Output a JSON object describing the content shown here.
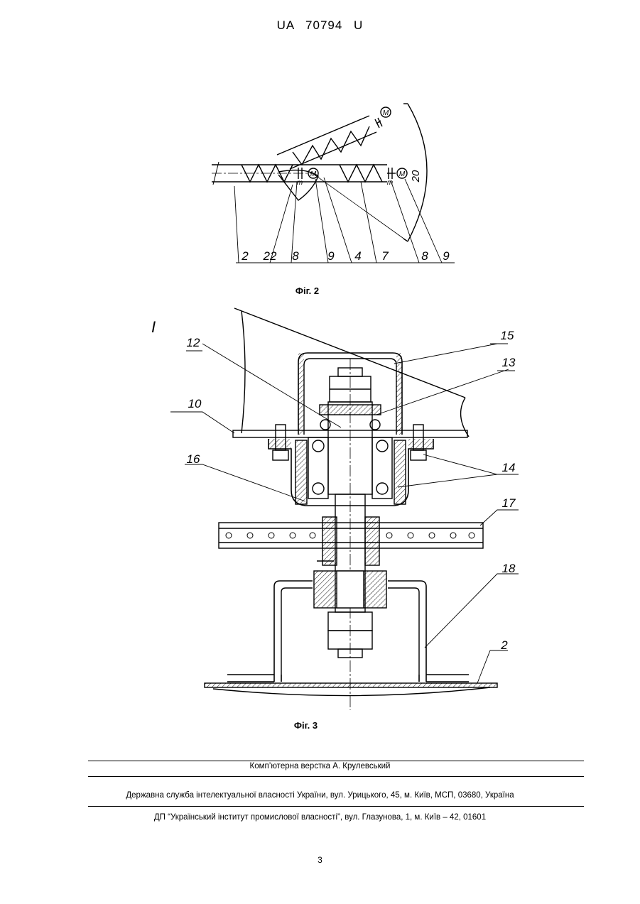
{
  "header": {
    "patent_number": "UA 70794 U"
  },
  "figure2": {
    "caption": "Фіг. 2",
    "labels": [
      "2",
      "22",
      "8",
      "9",
      "4",
      "7",
      "8",
      "9"
    ],
    "angle_label": "20",
    "motor_symbol": "M",
    "t_marker": "т"
  },
  "figure3": {
    "caption": "Фіг. 3",
    "view_label": "I",
    "labels": [
      "12",
      "15",
      "13",
      "10",
      "16",
      "14",
      "17",
      "18",
      "2"
    ]
  },
  "footer": {
    "layout_credit": "Комп’ютерна верстка А. Крулевський",
    "agency": "Державна служба інтелектуальної власності України, вул. Урицького, 45, м. Київ, МСП, 03680, Україна",
    "institute": "ДП “Український інститут промислової власності”, вул. Глазунова, 1, м. Київ – 42, 01601"
  },
  "page_number": "3"
}
